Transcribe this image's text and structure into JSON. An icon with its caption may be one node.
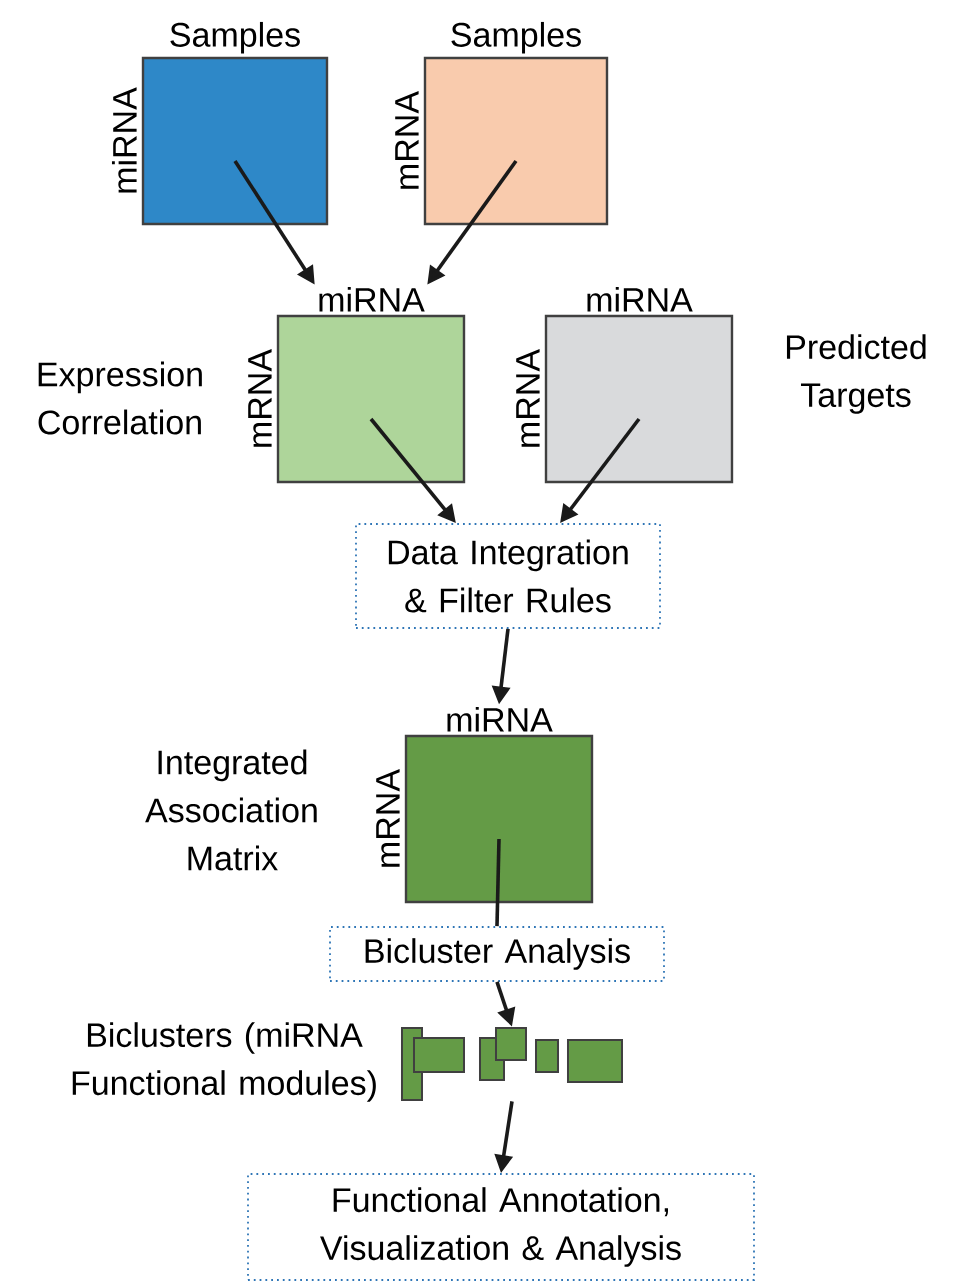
{
  "diagram": {
    "nodes": [
      {
        "text": [
          "Samples",
          "miRNA"
        ]
      },
      {
        "text": [
          "Samples",
          "mRNA"
        ]
      },
      {
        "text": [
          "miRNA",
          "mRNA"
        ],
        "beside": [
          "Expression Correlation"
        ]
      },
      {
        "text": [
          "miRNA",
          "mRNA"
        ],
        "beside": [
          "Predicted Targets"
        ]
      },
      {
        "text": [
          "Data Integration & Filter Rules"
        ]
      },
      {
        "text": [
          "miRNA",
          "mRNA"
        ],
        "beside": [
          "Integrated Association Matrix"
        ]
      },
      {
        "text": [
          "Bicluster Analysis"
        ]
      },
      {
        "text": [],
        "shape": "box",
        "beside": [
          "Biclusters (miRNA Functional modules)"
        ]
      },
      {
        "text": [
          "Functional Annotation, Visualization & Analysis"
        ]
      }
    ],
    "edges": [
      {
        "from": 0,
        "to": 2,
        "arrow": "to"
      },
      {
        "from": 1,
        "to": 2,
        "arrow": "to"
      },
      {
        "from": 2,
        "to": 4,
        "arrow": "to"
      },
      {
        "from": 3,
        "to": 4,
        "arrow": "to"
      },
      {
        "from": 4,
        "to": 5,
        "arrow": "to"
      },
      {
        "from": 5,
        "to": 6,
        "arrow": "none"
      },
      {
        "from": 6,
        "to": 7,
        "arrow": "to"
      },
      {
        "from": 7,
        "to": 8,
        "arrow": "to"
      }
    ]
  }
}
